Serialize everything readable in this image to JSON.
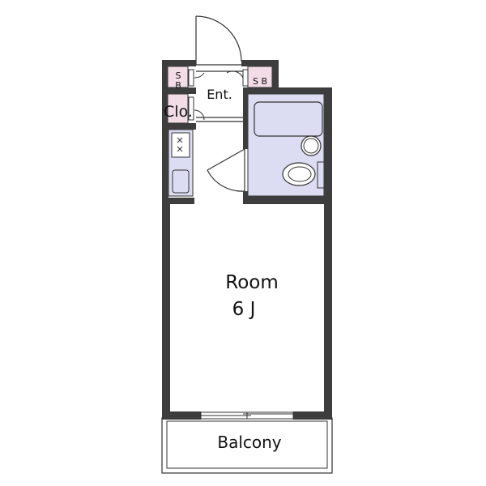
{
  "labels": {
    "entrance": "Ent.",
    "closet": "Clo.",
    "shoe_box_left": [
      "S",
      "B"
    ],
    "shoe_box_right": "S B",
    "room_name": "Room",
    "room_size": "6 J",
    "balcony": "Balcony"
  },
  "colors": {
    "wall": "#3d3d3d",
    "fixture_fill": "#dcdcf2",
    "storage_fill": "#f2dce6",
    "line": "#333333",
    "background": "#ffffff"
  }
}
